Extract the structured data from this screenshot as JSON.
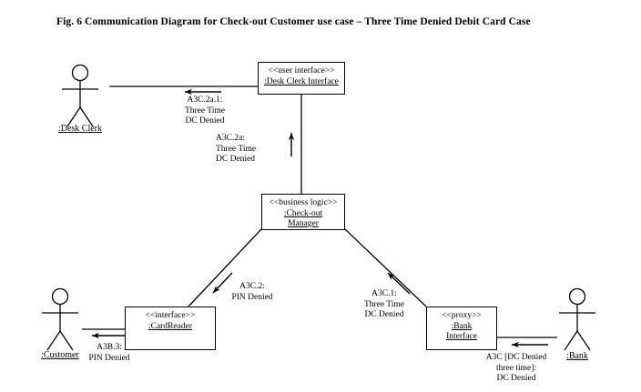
{
  "figure": {
    "title": "Fig. 6 Communication Diagram for Check-out Customer use case – Three Time Denied Debit Card Case"
  },
  "diagram": {
    "type": "uml-communication-diagram",
    "nodes": [
      {
        "id": "desk-clerk-interface",
        "stereotype": "<<user interface>>",
        "name": ":Desk Clerk Interface"
      },
      {
        "id": "check-out-manager",
        "stereotype": "<<business logic>>",
        "name_line1": ":Check-out",
        "name_line2": "Manager"
      },
      {
        "id": "card-reader",
        "stereotype": "<<interface>>",
        "name": ":CardReader"
      },
      {
        "id": "bank-interface",
        "stereotype": "<<proxy>>",
        "name_line1": ":Bank",
        "name_line2": "Interface"
      }
    ],
    "actors": [
      {
        "id": "desk-clerk",
        "label": ":Desk Clerk"
      },
      {
        "id": "customer",
        "label": ":Customer"
      },
      {
        "id": "bank",
        "label": ":Bank"
      }
    ],
    "messages": [
      {
        "id": "a3c-2a-1",
        "line1": "A3C.2a.1:",
        "line2": "Three Time",
        "line3": "DC Denied",
        "direction": "left"
      },
      {
        "id": "a3c-2a",
        "line1": "A3C.2a:",
        "line2": "Three Time",
        "line3": "DC Denied",
        "direction": "up"
      },
      {
        "id": "a3c-2",
        "line1": "A3C.2:",
        "line2": "PIN Denied",
        "direction": "down-left"
      },
      {
        "id": "a3c-1",
        "line1": "A3C.1:",
        "line2": "Three Time",
        "line3": "DC Denied",
        "direction": "up-left"
      },
      {
        "id": "a3b-3",
        "line1": "A3B.3:",
        "line2": "PIN Denied",
        "direction": "left"
      },
      {
        "id": "a3c",
        "line1": "A3C [DC Denied",
        "line2": "three time]:",
        "line3": "DC Denied",
        "direction": "left"
      }
    ]
  },
  "colors": {
    "stroke": "#000000",
    "background": "#ffffff"
  }
}
